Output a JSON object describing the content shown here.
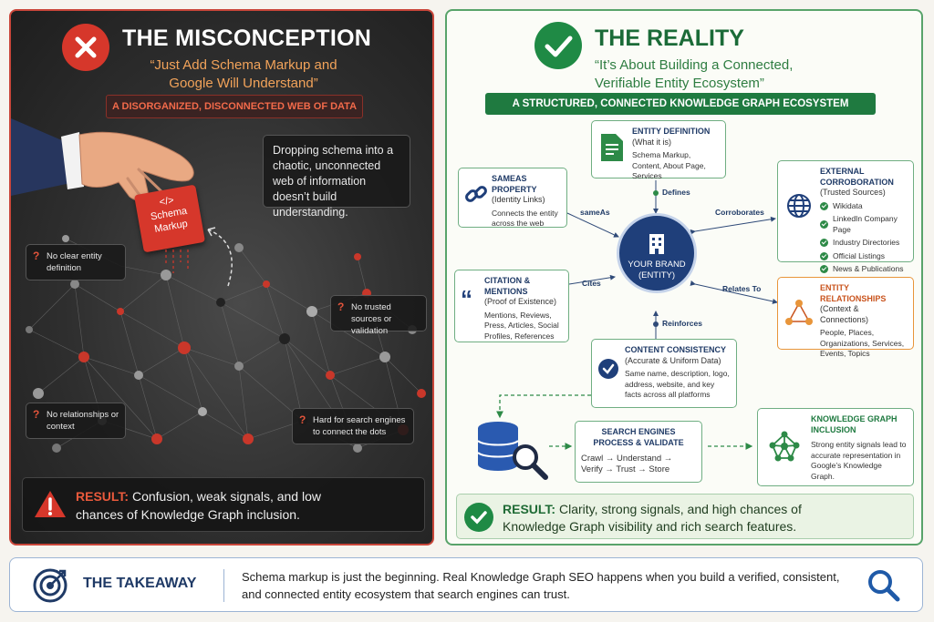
{
  "left": {
    "title": "THE MISCONCEPTION",
    "subtitle": "“Just Add Schema Markup and Google Will Understand”",
    "banner": "A DISORGANIZED, DISCONNECTED WEB OF DATA",
    "schema_label_icon": "</>",
    "schema_label_line1": "Schema",
    "schema_label_line2": "Markup",
    "callout": "Dropping schema into a chaotic, unconnected web of information doesn’t build understanding.",
    "issues": [
      {
        "q": "?",
        "text": "No clear entity definition"
      },
      {
        "q": "?",
        "text": "No trusted sources or validation"
      },
      {
        "q": "?",
        "text": "No relationships or context"
      },
      {
        "q": "?",
        "text": "Hard for search engines to connect the dots"
      }
    ],
    "result_label": "RESULT:",
    "result_text": " Confusion, weak signals, and low chances of Knowledge Graph inclusion."
  },
  "right": {
    "title": "THE REALITY",
    "subtitle": "“It’s About Building a Connected, Verifiable Entity Ecosystem”",
    "banner": "A STRUCTURED, CONNECTED KNOWLEDGE GRAPH ECOSYSTEM",
    "center_line1": "YOUR BRAND",
    "center_line2": "(ENTITY)",
    "entity_definition": {
      "title": "ENTITY DEFINITION",
      "sub": "(What it is)",
      "body": "Schema Markup, Content, About Page, Services"
    },
    "sameas": {
      "title": "SAMEAS PROPERTY",
      "sub": "(Identity Links)",
      "body": "Connects the entity across the web"
    },
    "citation": {
      "title": "CITATION & MENTIONS",
      "sub": "(Proof of Existence)",
      "body": "Mentions, Reviews, Press, Articles, Social Profiles, References"
    },
    "external": {
      "title": "EXTERNAL CORROBORATION",
      "sub": "(Trusted Sources)",
      "items": [
        "Wikidata",
        "LinkedIn Company Page",
        "Industry Directories",
        "Official Listings",
        "News & Publications"
      ]
    },
    "relationships": {
      "title": "ENTITY RELATIONSHIPS",
      "sub": "(Context & Connections)",
      "body": "People, Places, Organizations, Services, Events, Topics"
    },
    "consistency": {
      "title": "CONTENT CONSISTENCY",
      "sub": "(Accurate & Uniform Data)",
      "body": "Same name, description, logo, address, website, and key facts across all platforms"
    },
    "search": {
      "title": "SEARCH ENGINES PROCESS & VALIDATE",
      "body": "Crawl → Understand → Verify → Trust → Store"
    },
    "kg": {
      "title": "KNOWLEDGE GRAPH INCLUSION",
      "body": "Strong entity signals lead to accurate representation in Google’s Knowledge Graph."
    },
    "edges": {
      "defines": "Defines",
      "sameas": "sameAs",
      "corroborates": "Corroborates",
      "cites": "Cites",
      "relates": "Relates To",
      "reinforces": "Reinforces"
    },
    "result_label": "RESULT:",
    "result_text": " Clarity, strong signals, and high chances of Knowledge Graph visibility and rich search features."
  },
  "takeaway": {
    "title": "THE TAKEAWAY",
    "text": "Schema markup is just the beginning. Real Knowledge Graph SEO happens when you build a verified, consistent, and connected entity ecosystem that search engines can trust."
  },
  "colors": {
    "misconception_red": "#d6372b",
    "reality_green": "#1f7a40",
    "navy": "#1f3a66",
    "orange": "#e8953a"
  }
}
